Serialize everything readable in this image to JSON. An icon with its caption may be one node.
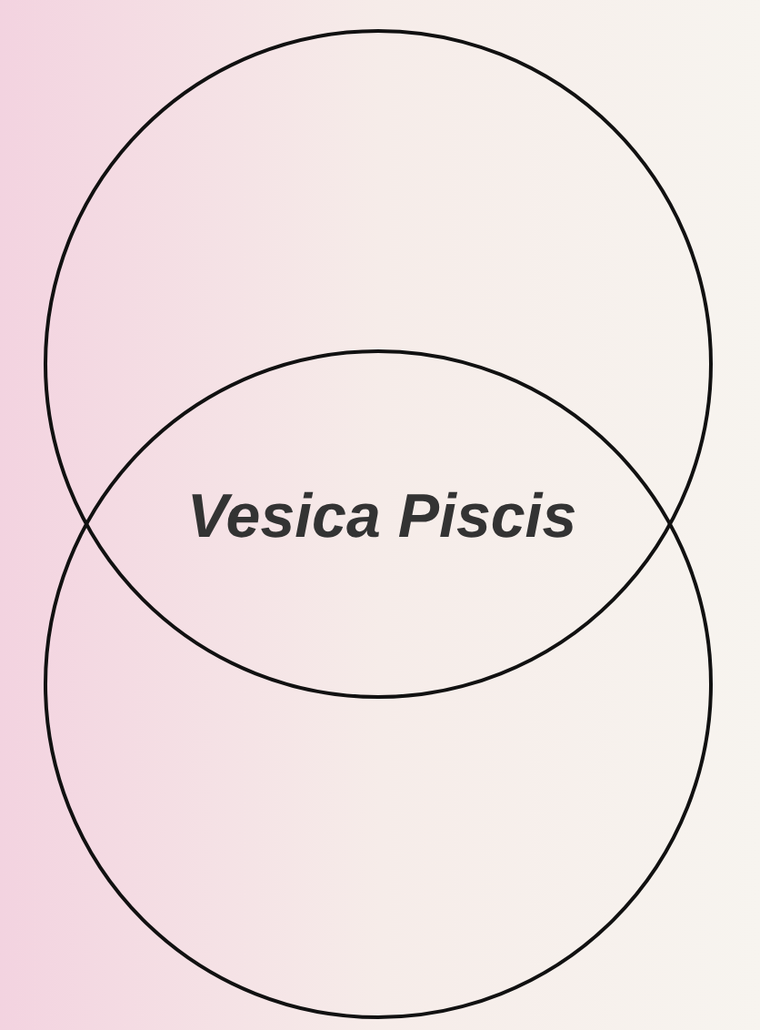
{
  "diagram": {
    "nodes": [
      {
        "text": [],
        "shape": "circle"
      },
      {
        "text": [],
        "shape": "circle"
      }
    ],
    "labels": [
      "Vesica Piscis"
    ]
  }
}
